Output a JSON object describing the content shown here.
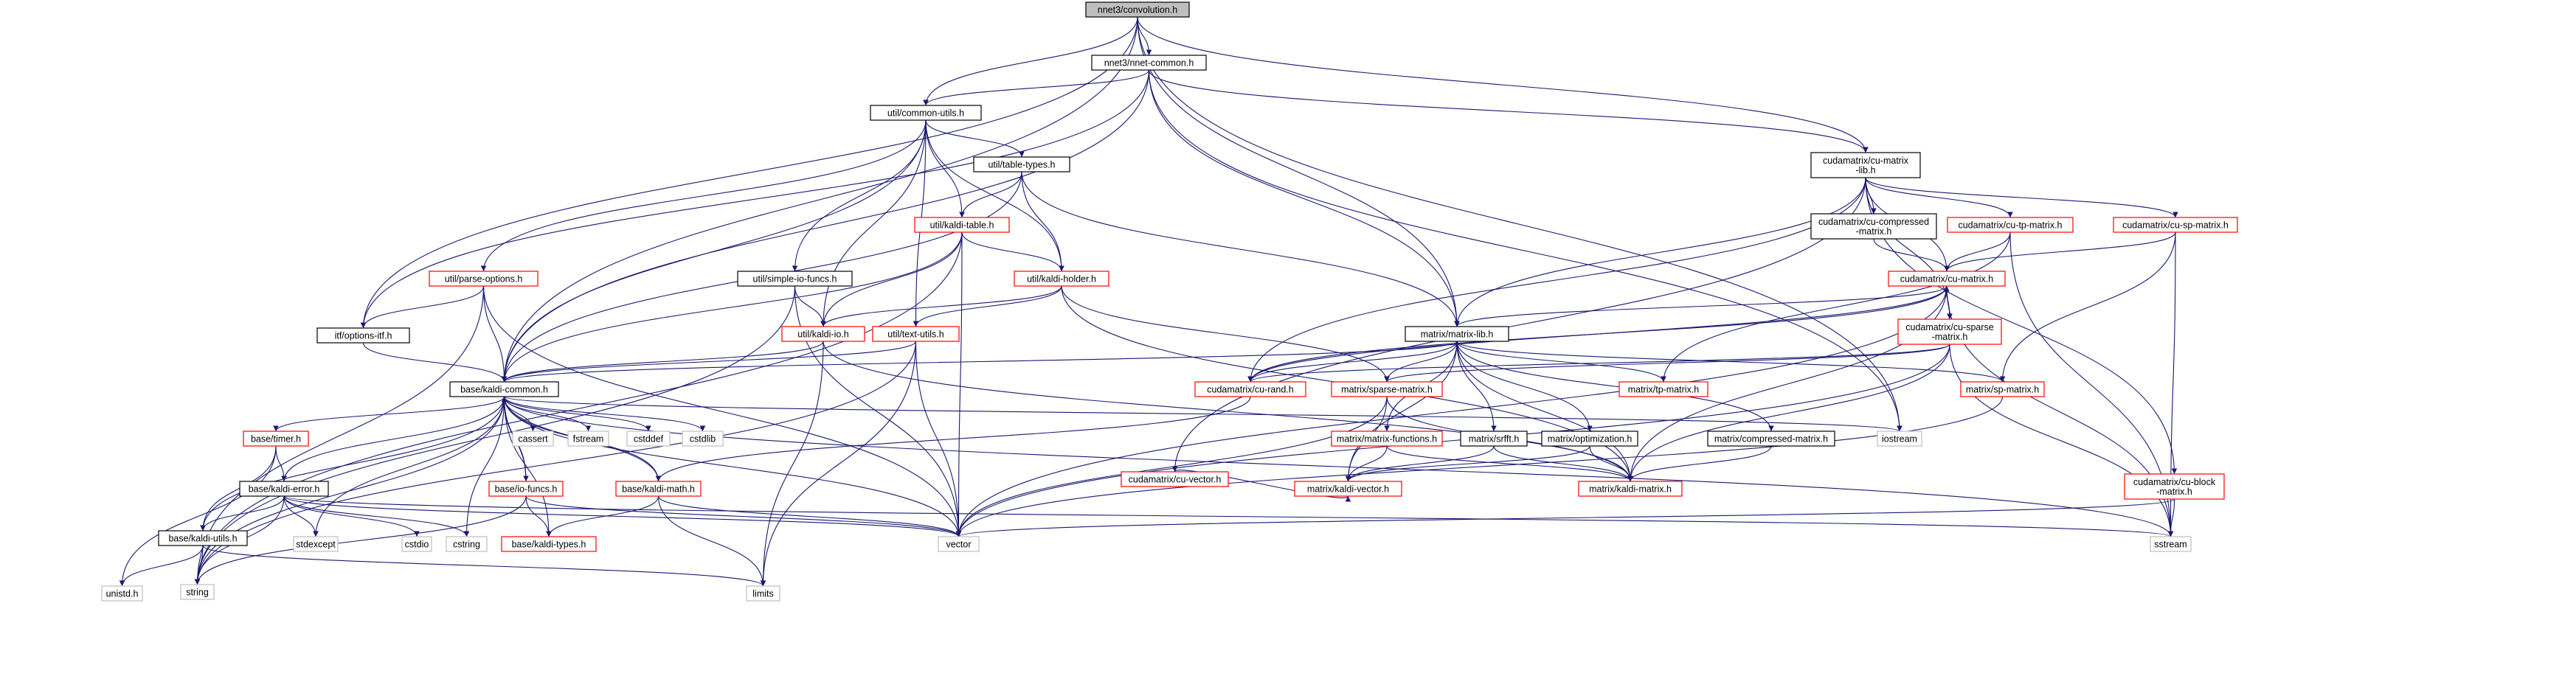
{
  "graph": {
    "colors": {
      "edge": "#191970",
      "root_fill": "#bfbfbf",
      "root_border": "#000000",
      "border_black": "#000000",
      "border_red": "#ff0000",
      "border_gray": "#bfbfbf",
      "node_fill": "#ffffff"
    },
    "nodes": [
      {
        "id": "n0",
        "lines": [
          "nnet3/convolution.h"
        ],
        "style": "root"
      },
      {
        "id": "n1",
        "lines": [
          "nnet3/nnet-common.h"
        ],
        "style": "black"
      },
      {
        "id": "n2",
        "lines": [
          "util/common-utils.h"
        ],
        "style": "black"
      },
      {
        "id": "n3",
        "lines": [
          "cudamatrix/cu-matrix",
          "-lib.h"
        ],
        "style": "black"
      },
      {
        "id": "n4",
        "lines": [
          "util/table-types.h"
        ],
        "style": "black"
      },
      {
        "id": "n5",
        "lines": [
          "util/kaldi-table.h"
        ],
        "style": "red"
      },
      {
        "id": "n6",
        "lines": [
          "util/parse-options.h"
        ],
        "style": "red"
      },
      {
        "id": "n7",
        "lines": [
          "itf/options-itf.h"
        ],
        "style": "black"
      },
      {
        "id": "n8",
        "lines": [
          "util/simple-io-funcs.h"
        ],
        "style": "black"
      },
      {
        "id": "n9",
        "lines": [
          "util/kaldi-holder.h"
        ],
        "style": "red"
      },
      {
        "id": "n10",
        "lines": [
          "util/kaldi-io.h"
        ],
        "style": "red"
      },
      {
        "id": "n11",
        "lines": [
          "util/text-utils.h"
        ],
        "style": "red"
      },
      {
        "id": "n12",
        "lines": [
          "base/kaldi-common.h"
        ],
        "style": "black"
      },
      {
        "id": "n13",
        "lines": [
          "matrix/matrix-lib.h"
        ],
        "style": "black"
      },
      {
        "id": "n14",
        "lines": [
          "cudamatrix/cu-compressed",
          "-matrix.h"
        ],
        "style": "black"
      },
      {
        "id": "n15",
        "lines": [
          "cudamatrix/cu-tp-matrix.h"
        ],
        "style": "red"
      },
      {
        "id": "n16",
        "lines": [
          "cudamatrix/cu-sp-matrix.h"
        ],
        "style": "red"
      },
      {
        "id": "n17",
        "lines": [
          "cudamatrix/cu-matrix.h"
        ],
        "style": "red"
      },
      {
        "id": "n18",
        "lines": [
          "cudamatrix/cu-sparse",
          "-matrix.h"
        ],
        "style": "red"
      },
      {
        "id": "n19",
        "lines": [
          "cudamatrix/cu-rand.h"
        ],
        "style": "red"
      },
      {
        "id": "n20",
        "lines": [
          "cudamatrix/cu-vector.h"
        ],
        "style": "red"
      },
      {
        "id": "n21",
        "lines": [
          "matrix/sparse-matrix.h"
        ],
        "style": "red"
      },
      {
        "id": "n22",
        "lines": [
          "matrix/tp-matrix.h"
        ],
        "style": "red"
      },
      {
        "id": "n23",
        "lines": [
          "matrix/sp-matrix.h"
        ],
        "style": "red"
      },
      {
        "id": "n24",
        "lines": [
          "matrix/matrix-functions.h"
        ],
        "style": "red"
      },
      {
        "id": "n25",
        "lines": [
          "matrix/srfft.h"
        ],
        "style": "black"
      },
      {
        "id": "n26",
        "lines": [
          "matrix/optimization.h"
        ],
        "style": "black"
      },
      {
        "id": "n27",
        "lines": [
          "matrix/compressed-matrix.h"
        ],
        "style": "black"
      },
      {
        "id": "n28",
        "lines": [
          "matrix/kaldi-vector.h"
        ],
        "style": "red"
      },
      {
        "id": "n29",
        "lines": [
          "matrix/kaldi-matrix.h"
        ],
        "style": "red"
      },
      {
        "id": "n30",
        "lines": [
          "base/timer.h"
        ],
        "style": "red"
      },
      {
        "id": "n31",
        "lines": [
          "base/kaldi-error.h"
        ],
        "style": "black"
      },
      {
        "id": "n32",
        "lines": [
          "base/kaldi-utils.h"
        ],
        "style": "black"
      },
      {
        "id": "n33",
        "lines": [
          "base/io-funcs.h"
        ],
        "style": "red"
      },
      {
        "id": "n34",
        "lines": [
          "base/kaldi-math.h"
        ],
        "style": "red"
      },
      {
        "id": "n35",
        "lines": [
          "base/kaldi-types.h"
        ],
        "style": "red"
      },
      {
        "id": "n36",
        "lines": [
          "cassert"
        ],
        "style": "gray"
      },
      {
        "id": "n37",
        "lines": [
          "fstream"
        ],
        "style": "gray"
      },
      {
        "id": "n38",
        "lines": [
          "cstddef"
        ],
        "style": "gray"
      },
      {
        "id": "n39",
        "lines": [
          "cstdlib"
        ],
        "style": "gray"
      },
      {
        "id": "n40",
        "lines": [
          "iostream"
        ],
        "style": "gray"
      },
      {
        "id": "n41",
        "lines": [
          "vector"
        ],
        "style": "gray"
      },
      {
        "id": "n42",
        "lines": [
          "string"
        ],
        "style": "gray"
      },
      {
        "id": "n43",
        "lines": [
          "limits"
        ],
        "style": "gray"
      },
      {
        "id": "n44",
        "lines": [
          "unistd.h"
        ],
        "style": "gray"
      },
      {
        "id": "n45",
        "lines": [
          "sstream"
        ],
        "style": "gray"
      },
      {
        "id": "n46",
        "lines": [
          "stdexcept"
        ],
        "style": "gray"
      },
      {
        "id": "n47",
        "lines": [
          "cstdio"
        ],
        "style": "gray"
      },
      {
        "id": "n48",
        "lines": [
          "cstring"
        ],
        "style": "gray"
      },
      {
        "id": "n49",
        "lines": [
          "cudamatrix/cu-block",
          "-matrix.h"
        ],
        "style": "red"
      }
    ],
    "edges": [
      [
        "n0",
        "n1"
      ],
      [
        "n0",
        "n2"
      ],
      [
        "n0",
        "n7"
      ],
      [
        "n0",
        "n12"
      ],
      [
        "n0",
        "n13"
      ],
      [
        "n0",
        "n3"
      ],
      [
        "n0",
        "n40"
      ],
      [
        "n1",
        "n2"
      ],
      [
        "n1",
        "n7"
      ],
      [
        "n1",
        "n12"
      ],
      [
        "n1",
        "n13"
      ],
      [
        "n1",
        "n3"
      ],
      [
        "n1",
        "n40"
      ],
      [
        "n2",
        "n4"
      ],
      [
        "n2",
        "n5"
      ],
      [
        "n2",
        "n6"
      ],
      [
        "n2",
        "n8"
      ],
      [
        "n2",
        "n9"
      ],
      [
        "n2",
        "n10"
      ],
      [
        "n2",
        "n11"
      ],
      [
        "n2",
        "n12"
      ],
      [
        "n4",
        "n5"
      ],
      [
        "n4",
        "n9"
      ],
      [
        "n4",
        "n13"
      ],
      [
        "n4",
        "n12"
      ],
      [
        "n5",
        "n9"
      ],
      [
        "n5",
        "n10"
      ],
      [
        "n5",
        "n12"
      ],
      [
        "n5",
        "n41"
      ],
      [
        "n5",
        "n42"
      ],
      [
        "n6",
        "n7"
      ],
      [
        "n6",
        "n12"
      ],
      [
        "n6",
        "n41"
      ],
      [
        "n6",
        "n42"
      ],
      [
        "n7",
        "n12"
      ],
      [
        "n8",
        "n10"
      ],
      [
        "n8",
        "n41"
      ],
      [
        "n8",
        "n42"
      ],
      [
        "n9",
        "n10"
      ],
      [
        "n9",
        "n11"
      ],
      [
        "n9",
        "n21"
      ],
      [
        "n9",
        "n29"
      ],
      [
        "n10",
        "n12"
      ],
      [
        "n10",
        "n43"
      ],
      [
        "n10",
        "n29"
      ],
      [
        "n11",
        "n12"
      ],
      [
        "n11",
        "n41"
      ],
      [
        "n11",
        "n42"
      ],
      [
        "n11",
        "n43"
      ],
      [
        "n3",
        "n13"
      ],
      [
        "n3",
        "n14"
      ],
      [
        "n3",
        "n15"
      ],
      [
        "n3",
        "n16"
      ],
      [
        "n3",
        "n17"
      ],
      [
        "n3",
        "n18"
      ],
      [
        "n3",
        "n19"
      ],
      [
        "n3",
        "n20"
      ],
      [
        "n3",
        "n49"
      ],
      [
        "n14",
        "n17"
      ],
      [
        "n15",
        "n17"
      ],
      [
        "n15",
        "n22"
      ],
      [
        "n15",
        "n45"
      ],
      [
        "n16",
        "n17"
      ],
      [
        "n16",
        "n23"
      ],
      [
        "n16",
        "n45"
      ],
      [
        "n17",
        "n13"
      ],
      [
        "n17",
        "n18"
      ],
      [
        "n17",
        "n19"
      ],
      [
        "n17",
        "n29"
      ],
      [
        "n17",
        "n41"
      ],
      [
        "n17",
        "n45"
      ],
      [
        "n18",
        "n21"
      ],
      [
        "n18",
        "n19"
      ],
      [
        "n18",
        "n41"
      ],
      [
        "n18",
        "n29"
      ],
      [
        "n18",
        "n45"
      ],
      [
        "n19",
        "n17"
      ],
      [
        "n19",
        "n34"
      ],
      [
        "n20",
        "n28"
      ],
      [
        "n13",
        "n12"
      ],
      [
        "n13",
        "n19"
      ],
      [
        "n13",
        "n21"
      ],
      [
        "n13",
        "n22"
      ],
      [
        "n13",
        "n23"
      ],
      [
        "n13",
        "n24"
      ],
      [
        "n13",
        "n25"
      ],
      [
        "n13",
        "n26"
      ],
      [
        "n13",
        "n27"
      ],
      [
        "n13",
        "n28"
      ],
      [
        "n13",
        "n29"
      ],
      [
        "n12",
        "n30"
      ],
      [
        "n12",
        "n31"
      ],
      [
        "n12",
        "n32"
      ],
      [
        "n12",
        "n33"
      ],
      [
        "n12",
        "n34"
      ],
      [
        "n12",
        "n35"
      ],
      [
        "n12",
        "n36"
      ],
      [
        "n12",
        "n37"
      ],
      [
        "n12",
        "n38"
      ],
      [
        "n12",
        "n39"
      ],
      [
        "n12",
        "n40"
      ],
      [
        "n12",
        "n41"
      ],
      [
        "n12",
        "n42"
      ],
      [
        "n12",
        "n45"
      ],
      [
        "n12",
        "n46"
      ],
      [
        "n12",
        "n48"
      ],
      [
        "n21",
        "n28"
      ],
      [
        "n21",
        "n29"
      ],
      [
        "n21",
        "n41"
      ],
      [
        "n23",
        "n41"
      ],
      [
        "n24",
        "n28"
      ],
      [
        "n24",
        "n29"
      ],
      [
        "n25",
        "n28"
      ],
      [
        "n25",
        "n29"
      ],
      [
        "n26",
        "n28"
      ],
      [
        "n26",
        "n29"
      ],
      [
        "n27",
        "n29"
      ],
      [
        "n30",
        "n31"
      ],
      [
        "n30",
        "n32"
      ],
      [
        "n30",
        "n44"
      ],
      [
        "n31",
        "n32"
      ],
      [
        "n31",
        "n41"
      ],
      [
        "n31",
        "n42"
      ],
      [
        "n31",
        "n46"
      ],
      [
        "n31",
        "n47"
      ],
      [
        "n31",
        "n48"
      ],
      [
        "n31",
        "n45"
      ],
      [
        "n32",
        "n42"
      ],
      [
        "n32",
        "n43"
      ],
      [
        "n32",
        "n44"
      ],
      [
        "n33",
        "n12"
      ],
      [
        "n33",
        "n35"
      ],
      [
        "n33",
        "n42"
      ],
      [
        "n33",
        "n41"
      ],
      [
        "n34",
        "n12"
      ],
      [
        "n34",
        "n35"
      ],
      [
        "n34",
        "n43"
      ],
      [
        "n34",
        "n41"
      ],
      [
        "n49",
        "n41"
      ],
      [
        "n49",
        "n45"
      ]
    ]
  }
}
